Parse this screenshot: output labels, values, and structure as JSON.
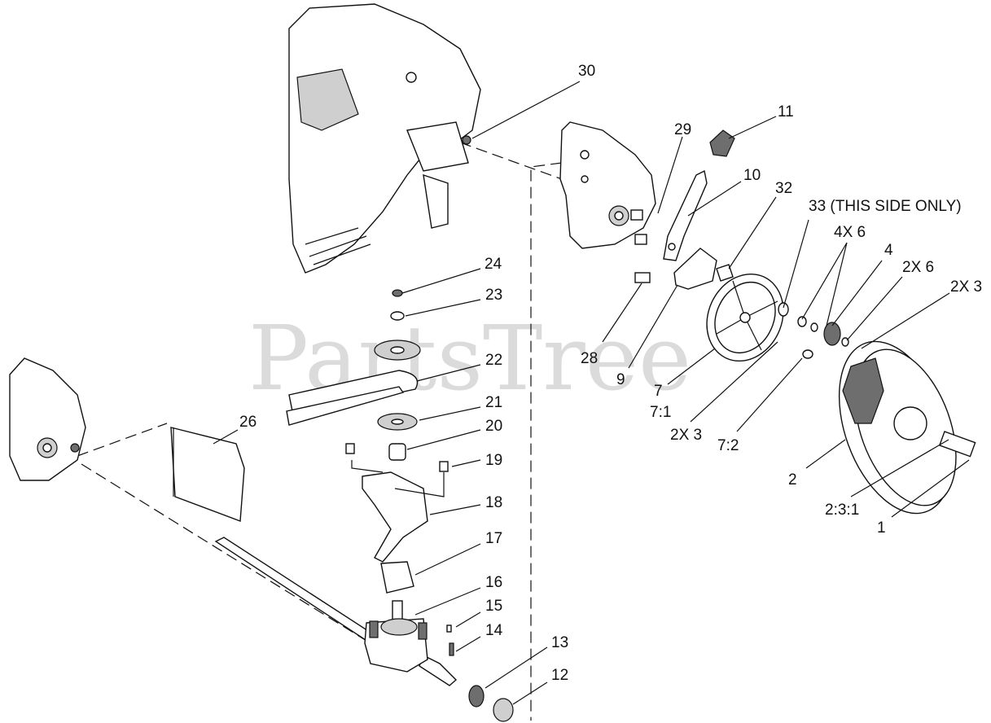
{
  "watermark": "PartsTree",
  "callouts": [
    {
      "id": "c30",
      "text": "30"
    },
    {
      "id": "c29",
      "text": "29"
    },
    {
      "id": "c11",
      "text": "11"
    },
    {
      "id": "c10",
      "text": "10"
    },
    {
      "id": "c32",
      "text": "32"
    },
    {
      "id": "c33",
      "text": "33 (THIS SIDE ONLY)"
    },
    {
      "id": "c4x6",
      "text": "4X 6"
    },
    {
      "id": "c4",
      "text": "4"
    },
    {
      "id": "c2x6",
      "text": "2X 6"
    },
    {
      "id": "c2x3a",
      "text": "2X 3"
    },
    {
      "id": "c24",
      "text": "24"
    },
    {
      "id": "c23",
      "text": "23"
    },
    {
      "id": "c22",
      "text": "22"
    },
    {
      "id": "c21",
      "text": "21"
    },
    {
      "id": "c20",
      "text": "20"
    },
    {
      "id": "c19",
      "text": "19"
    },
    {
      "id": "c18",
      "text": "18"
    },
    {
      "id": "c17",
      "text": "17"
    },
    {
      "id": "c16",
      "text": "16"
    },
    {
      "id": "c15",
      "text": "15"
    },
    {
      "id": "c14",
      "text": "14"
    },
    {
      "id": "c13",
      "text": "13"
    },
    {
      "id": "c12",
      "text": "12"
    },
    {
      "id": "c26",
      "text": "26"
    },
    {
      "id": "c28",
      "text": "28"
    },
    {
      "id": "c9",
      "text": "9"
    },
    {
      "id": "c7",
      "text": "7"
    },
    {
      "id": "c71",
      "text": "7:1"
    },
    {
      "id": "c2x3b",
      "text": "2X 3"
    },
    {
      "id": "c72",
      "text": "7:2"
    },
    {
      "id": "c2",
      "text": "2"
    },
    {
      "id": "c231",
      "text": "2:3:1"
    },
    {
      "id": "c1",
      "text": "1"
    }
  ]
}
